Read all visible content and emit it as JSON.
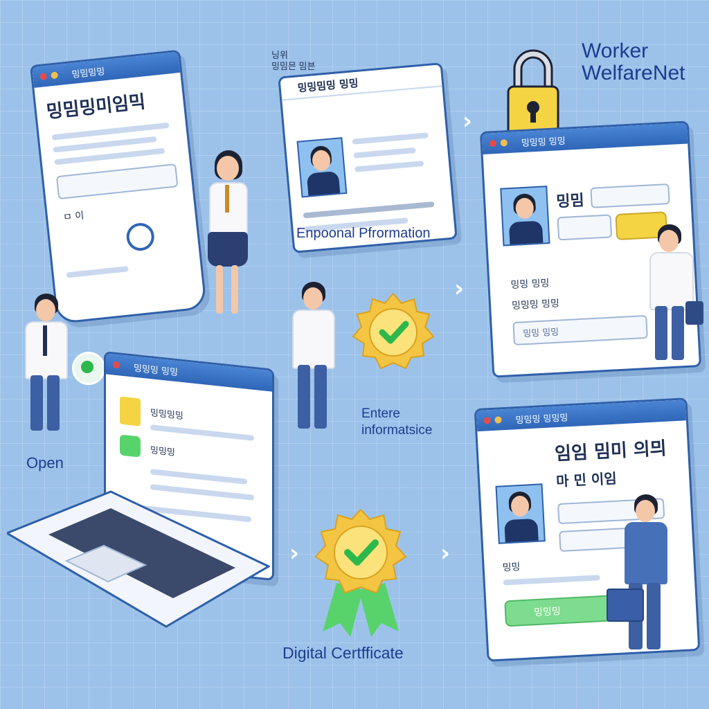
{
  "brand": {
    "name_line1": "Worker",
    "name_line2": "WelfareNet"
  },
  "labels": {
    "open": "Open",
    "personal_info": "Enpoonal Pfrormation",
    "enter_info_line1": "Entere",
    "enter_info_line2": "informatsice",
    "digital_certificate": "Digital Certfficate"
  },
  "doc": {
    "header": "밍밈밍밍",
    "title": "밍밈밍미임믹",
    "bottom": "ㅁ 이"
  },
  "id_card": {
    "header": "밍밍밈밍 밍밍",
    "top_note_1": "닝위",
    "top_note_2": "밍밈믄 밈븐"
  },
  "form1": {
    "header": "밍밍밍 밍밍",
    "title": "밍밈",
    "row1": "밍밍 밍밍",
    "row2": "밍밍밍 밍밍",
    "footer": "밍밍 밍밍"
  },
  "laptop": {
    "header": "밍밍밍 밍밍",
    "row1": "밍밍밍밍",
    "row2": "밍밍밍"
  },
  "form2": {
    "header": "밍밍밍 밍밍밍",
    "title": "임임 밈미 의믜",
    "subtitle": "마 민 이임",
    "row1": "밍밍",
    "button": "밍밍밍"
  },
  "colors": {
    "accent": "#2f66b8",
    "gold": "#f4c542",
    "check": "#2db84b",
    "label_blue": "#1d3c8f",
    "ribbon": "#58d36b"
  }
}
